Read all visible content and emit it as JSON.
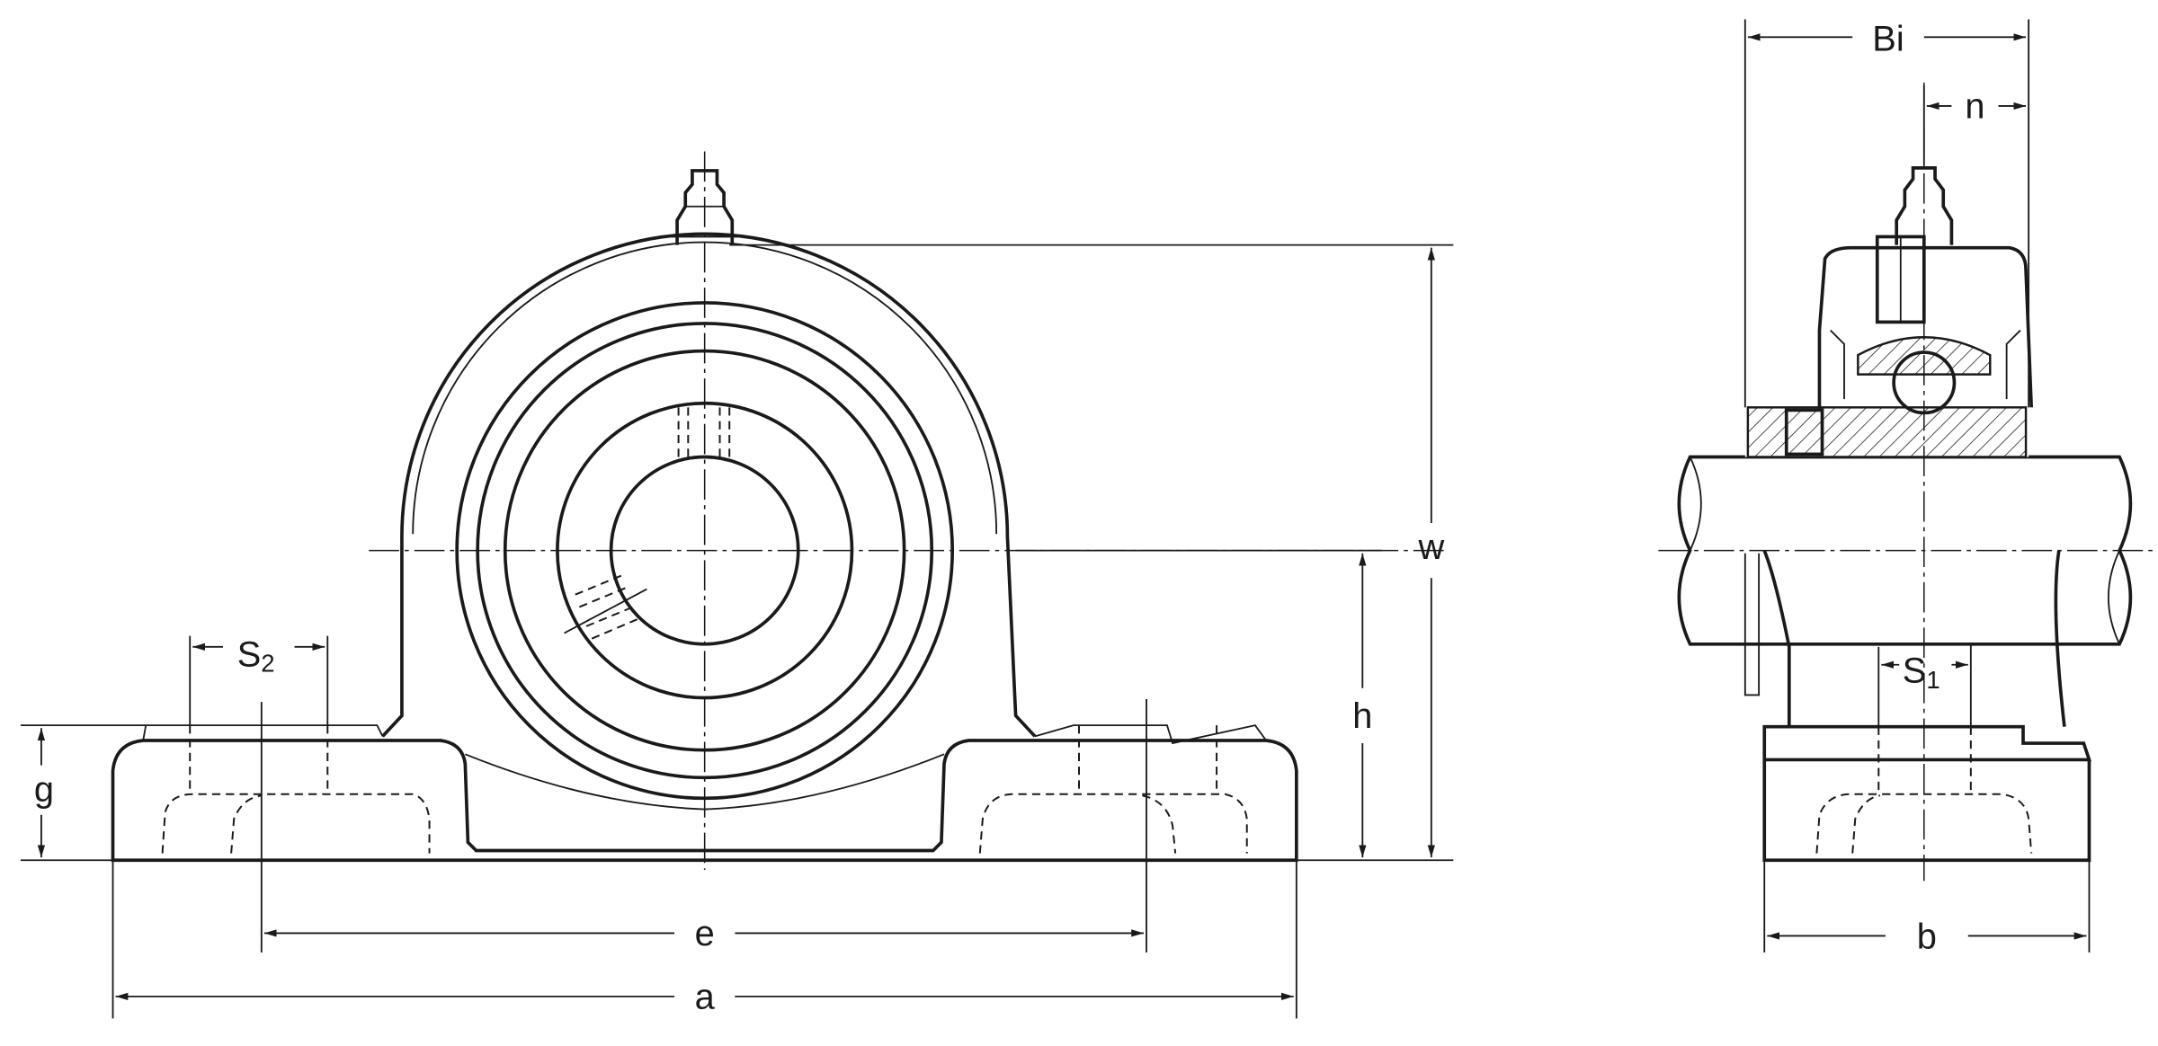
{
  "drawing": {
    "front_view": {
      "dimensions": {
        "w": "w",
        "h": "h",
        "g": "g",
        "s2": {
          "main": "S",
          "sub": "2"
        },
        "e": "e",
        "a": "a"
      }
    },
    "side_view": {
      "dimensions": {
        "bi": "Bi",
        "n": "n",
        "s1": {
          "main": "S",
          "sub": "1"
        },
        "b": "b"
      }
    }
  },
  "colors": {
    "line": "#1a1a1a",
    "background": "#ffffff"
  }
}
